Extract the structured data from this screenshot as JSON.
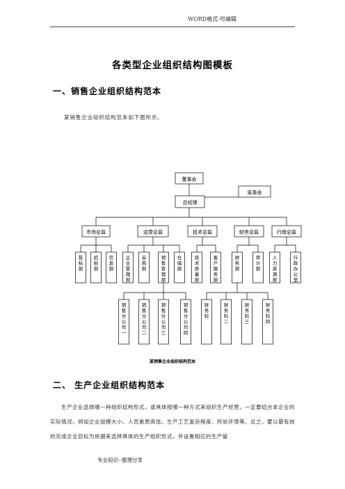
{
  "header": {
    "text": "WORD格式-可编辑"
  },
  "title": "各类型企业组织结构图模板",
  "section1": {
    "heading": "一、销售企业组织结构范本",
    "intro": "某销售企业组织结构范本如下图所示。"
  },
  "org_chart": {
    "board": "董事会",
    "supervisors": "监事会",
    "gm": "总经理",
    "directors": [
      "市场总监",
      "运营总监",
      "技术总监",
      "财务总监",
      "行政总监"
    ],
    "departments": [
      "投标部",
      "招标部",
      "信息部",
      "企业管理部",
      "采购部",
      "销售管理部",
      "仓储部",
      "技术质量部",
      "客户服务部",
      "财务部",
      "审计部",
      "人力资源部",
      "行政办公室"
    ],
    "branches": [
      "销售分公司一",
      "销售分公司二",
      "销售分公司三",
      "销售分公司四"
    ],
    "finance_sections": [
      "财务科",
      "财务科二",
      "财务科三",
      "财务科四"
    ]
  },
  "caption": "某销售企业组织结构范本",
  "section2": {
    "heading": "二、 生产企业组织结构范本",
    "paragraph": "生产企业选择哪一种组织结构形式，或具体按哪一种方式来组织生产经营，一定要结合本企业的实际情况，例如企业规模大小、人员素质高低、生产工艺复杂程度、所处环境等。总之，要以最有效的完成企业目标为依据来选择具体的生产组织形式，并设置相应的生产管"
  },
  "footer": {
    "text": "专业知识--整理分享"
  }
}
